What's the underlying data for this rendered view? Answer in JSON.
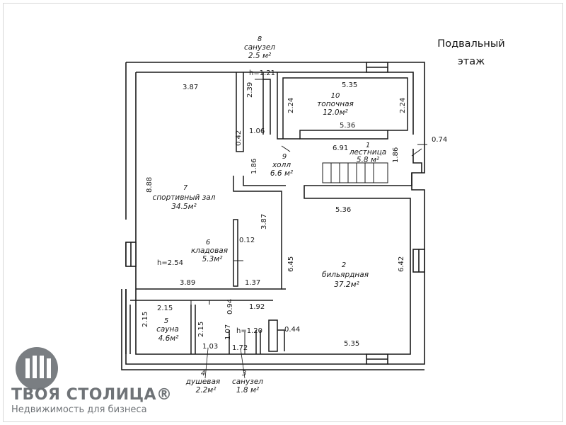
{
  "page": {
    "title_line1": "Подвальный",
    "title_line2": "этаж"
  },
  "rooms": [
    {
      "num": "8",
      "name": "санузел",
      "area": "2.5 м²"
    },
    {
      "num": "10",
      "name": "топочная",
      "area": "12.0м²"
    },
    {
      "num": "9",
      "name": "холл",
      "area": "6.6 м²"
    },
    {
      "num": "1",
      "name": "лестница",
      "area": "5.8 м²"
    },
    {
      "num": "7",
      "name": "спортивный зал",
      "area": "34.5м²"
    },
    {
      "num": "6",
      "name": "кладовая",
      "area": "5.3м²"
    },
    {
      "num": "2",
      "name": "бильярдная",
      "area": "37.2м²"
    },
    {
      "num": "5",
      "name": "сауна",
      "area": "4.6м²"
    },
    {
      "num": "4",
      "name": "душевая",
      "area": "2.2м²"
    },
    {
      "num": "3",
      "name": "санузел",
      "area": "1.8 м²"
    }
  ],
  "dimensions": {
    "h_121": "h=1.21",
    "d_387_top": "3.87",
    "d_239": "2.39",
    "d_535_top": "5.35",
    "d_224_left": "2.24",
    "d_224_right": "2.24",
    "d_536_mid": "5.36",
    "d_106": "1.06",
    "d_042": "0.42",
    "d_074": "0.74",
    "d_691": "6.91",
    "d_186_right": "1.86",
    "d_186_hall": "1.86",
    "d_888": "8.88",
    "d_536_lower": "5.36",
    "d_387_side": "3.87",
    "d_012": "0.12",
    "h_254": "h=2.54",
    "d_645": "6.45",
    "d_642": "6.42",
    "d_389": "3.89",
    "d_137": "1.37",
    "d_215_h": "2.15",
    "d_094": "0.94",
    "d_192": "1.92",
    "d_215_v": "2.15",
    "d_215_v2": "2.15",
    "d_107": "1.07",
    "h_120": "h=1.20",
    "d_044": "0.44",
    "d_103": "1.03",
    "d_172": "1.72",
    "d_535_bottom": "5.35"
  },
  "brand": {
    "name": "ТВОЯ СТОЛИЦА®",
    "tagline": "Недвижимость для бизнеса",
    "color": "#6f7377"
  },
  "colors": {
    "wall": "#1a1a1a",
    "background": "#ffffff"
  }
}
